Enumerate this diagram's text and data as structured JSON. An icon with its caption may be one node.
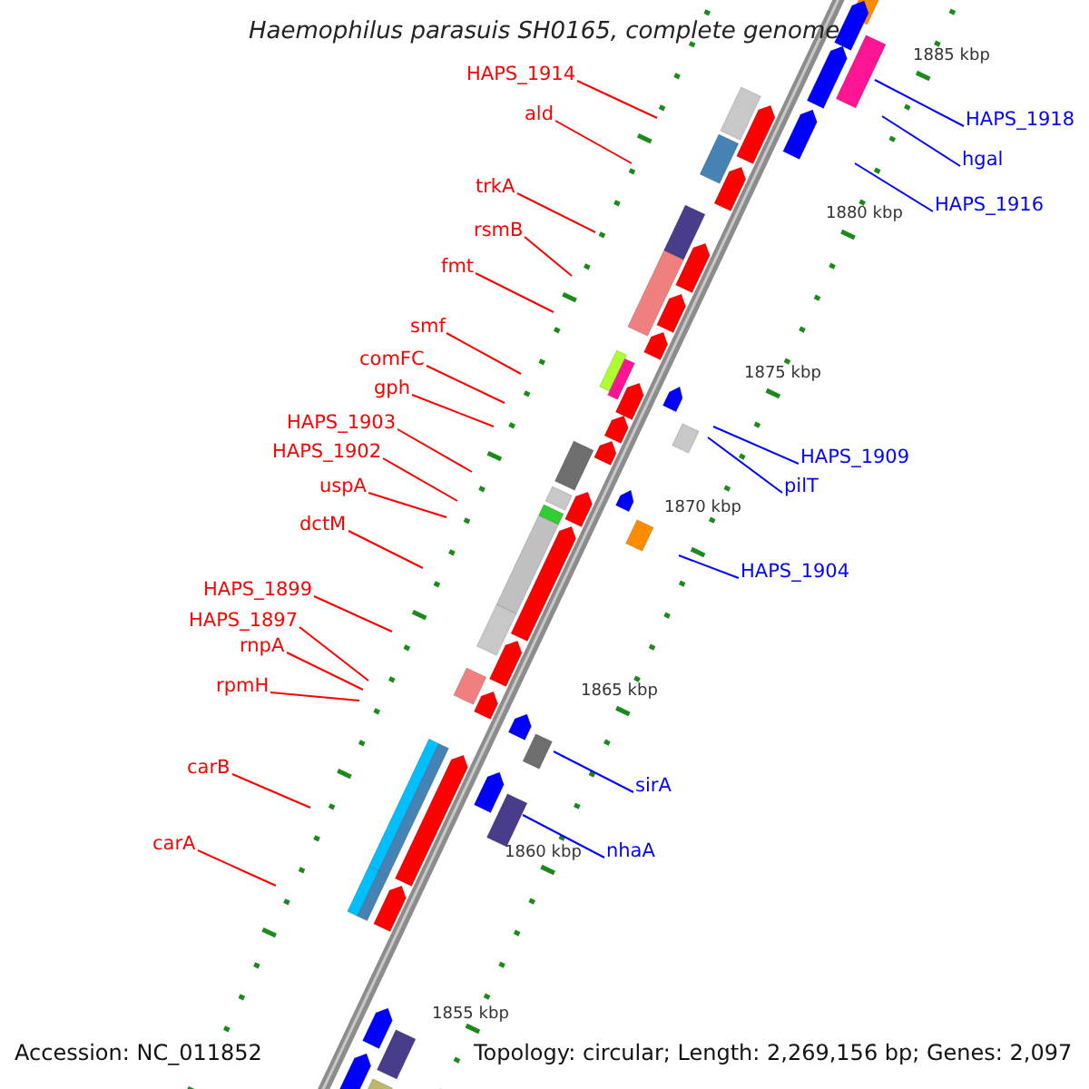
{
  "diagram": {
    "title": "Haemophilus parasuis SH0165, complete genome",
    "nodes": [
      {
        "text": [
          "HAPS_1914"
        ]
      },
      {
        "text": [
          "ald"
        ]
      },
      {
        "text": [
          "trkA"
        ]
      },
      {
        "text": [
          "rsmB"
        ]
      },
      {
        "text": [
          "fmt"
        ]
      },
      {
        "text": [
          "smf"
        ]
      },
      {
        "text": [
          "comFC"
        ]
      },
      {
        "text": [
          "gph"
        ]
      },
      {
        "text": [
          "HAPS_1903"
        ]
      },
      {
        "text": [
          "HAPS_1902"
        ]
      },
      {
        "text": [
          "uspA"
        ]
      },
      {
        "text": [
          "dctM"
        ]
      },
      {
        "text": [
          "HAPS_1899"
        ]
      },
      {
        "text": [
          "HAPS_1897"
        ]
      },
      {
        "text": [
          "rnpA"
        ]
      },
      {
        "text": [
          "rpmH"
        ]
      },
      {
        "text": [
          "carB"
        ]
      },
      {
        "text": [
          "carA"
        ]
      },
      {
        "text": [
          "HAPS_1918"
        ]
      },
      {
        "text": [
          "hgal"
        ]
      },
      {
        "text": [
          "HAPS_1916"
        ]
      },
      {
        "text": [
          "HAPS_1909"
        ]
      },
      {
        "text": [
          "pilT"
        ]
      },
      {
        "text": [
          "HAPS_1904"
        ]
      },
      {
        "text": [
          "sirA"
        ]
      },
      {
        "text": [
          "nhaA"
        ]
      }
    ],
    "edges": [
      {
        "from": 0,
        "to": null,
        "arrow": "none"
      },
      {
        "from": 1,
        "to": null,
        "arrow": "none"
      },
      {
        "from": 2,
        "to": null,
        "arrow": "none"
      },
      {
        "from": 3,
        "to": null,
        "arrow": "none"
      },
      {
        "from": 4,
        "to": null,
        "arrow": "none"
      },
      {
        "from": 5,
        "to": null,
        "arrow": "none"
      },
      {
        "from": 6,
        "to": null,
        "arrow": "none"
      },
      {
        "from": 7,
        "to": null,
        "arrow": "none"
      },
      {
        "from": 8,
        "to": null,
        "arrow": "none"
      },
      {
        "from": 9,
        "to": null,
        "arrow": "none"
      },
      {
        "from": 10,
        "to": null,
        "arrow": "none"
      },
      {
        "from": 11,
        "to": null,
        "arrow": "none"
      },
      {
        "from": 12,
        "to": null,
        "arrow": "none"
      },
      {
        "from": 13,
        "to": null,
        "arrow": "none"
      },
      {
        "from": 14,
        "to": null,
        "arrow": "none"
      },
      {
        "from": 15,
        "to": null,
        "arrow": "none"
      },
      {
        "from": 16,
        "to": null,
        "arrow": "none"
      },
      {
        "from": 17,
        "to": null,
        "arrow": "none"
      },
      {
        "from": 18,
        "to": null,
        "arrow": "none",
        "color": "#0000ff"
      },
      {
        "from": 19,
        "to": null,
        "arrow": "none",
        "color": "#0000ff"
      },
      {
        "from": 20,
        "to": null,
        "arrow": "none",
        "color": "#0000ff"
      },
      {
        "from": 21,
        "to": null,
        "arrow": "none",
        "color": "#0000ff"
      },
      {
        "from": 22,
        "to": null,
        "arrow": "none",
        "color": "#0000ff"
      },
      {
        "from": 23,
        "to": null,
        "arrow": "none",
        "color": "#0000ff"
      },
      {
        "from": 24,
        "to": null,
        "arrow": "none",
        "color": "#0000ff"
      },
      {
        "from": 25,
        "to": null,
        "arrow": "none",
        "color": "#0000ff"
      }
    ],
    "labels": [
      "1885 kbp",
      "1880 kbp",
      "1875 kbp",
      "1870 kbp",
      "1865 kbp",
      "1860 kbp",
      "1855 kbp",
      "Accession: NC_011852",
      "Topology: circular; Length: 2,269,156 bp; Genes: 2,097"
    ]
  }
}
